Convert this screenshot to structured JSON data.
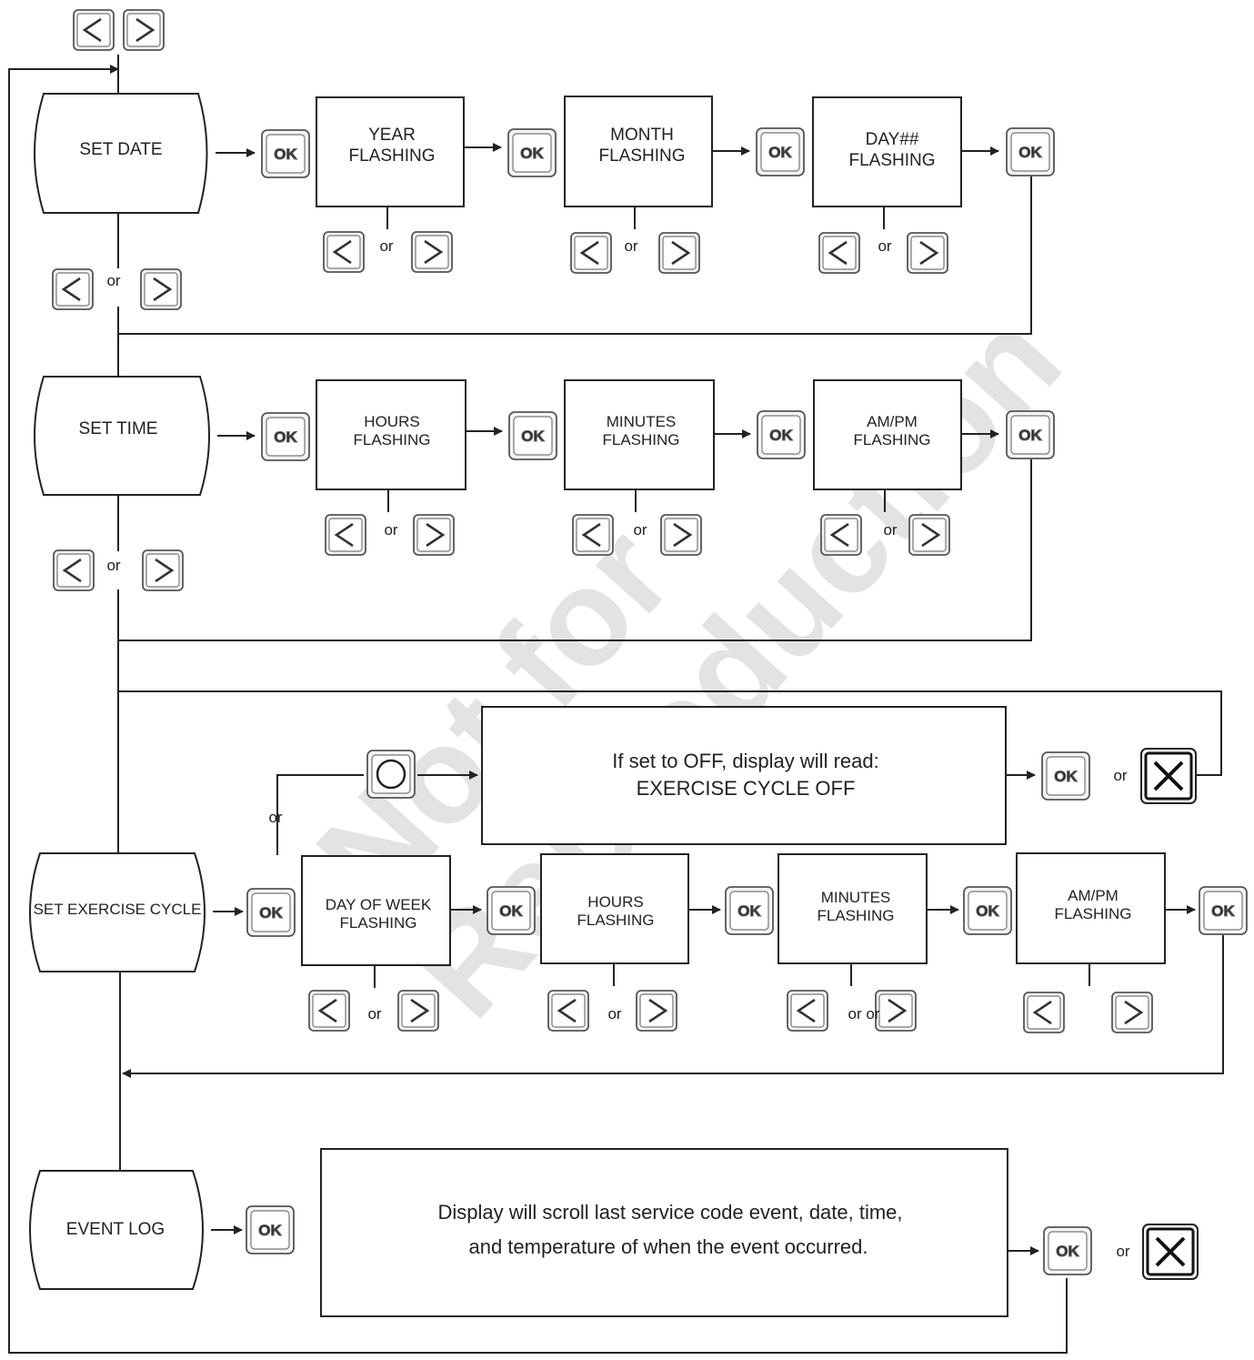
{
  "watermark": [
    "Not for",
    "Reproduction"
  ],
  "or": "or",
  "or_or": "or or",
  "ok": "OK",
  "states": {
    "set_date": "SET DATE",
    "set_time": "SET TIME",
    "set_exercise_cycle": "SET EXERCISE CYCLE",
    "event_log": "EVENT LOG"
  },
  "boxes": {
    "year": [
      "YEAR",
      "FLASHING"
    ],
    "month": [
      "MONTH",
      "FLASHING"
    ],
    "day": [
      "DAY##",
      "FLASHING"
    ],
    "hours": [
      "HOURS",
      "FLASHING"
    ],
    "minutes": [
      "MINUTES",
      "FLASHING"
    ],
    "ampm": [
      "AM/PM",
      "FLASHING"
    ],
    "dow": [
      "DAY OF WEEK",
      "FLASHING"
    ],
    "ex_hours": [
      "HOURS",
      "FLASHING"
    ],
    "ex_minutes": [
      "MINUTES",
      "FLASHING"
    ],
    "ex_ampm": [
      "AM/PM",
      "FLASHING"
    ],
    "off": [
      "If set to OFF, display will read:",
      "EXERCISE CYCLE OFF"
    ],
    "event": [
      "Display will scroll last service code event, date, time,",
      "and temperature of when the event occurred."
    ]
  }
}
